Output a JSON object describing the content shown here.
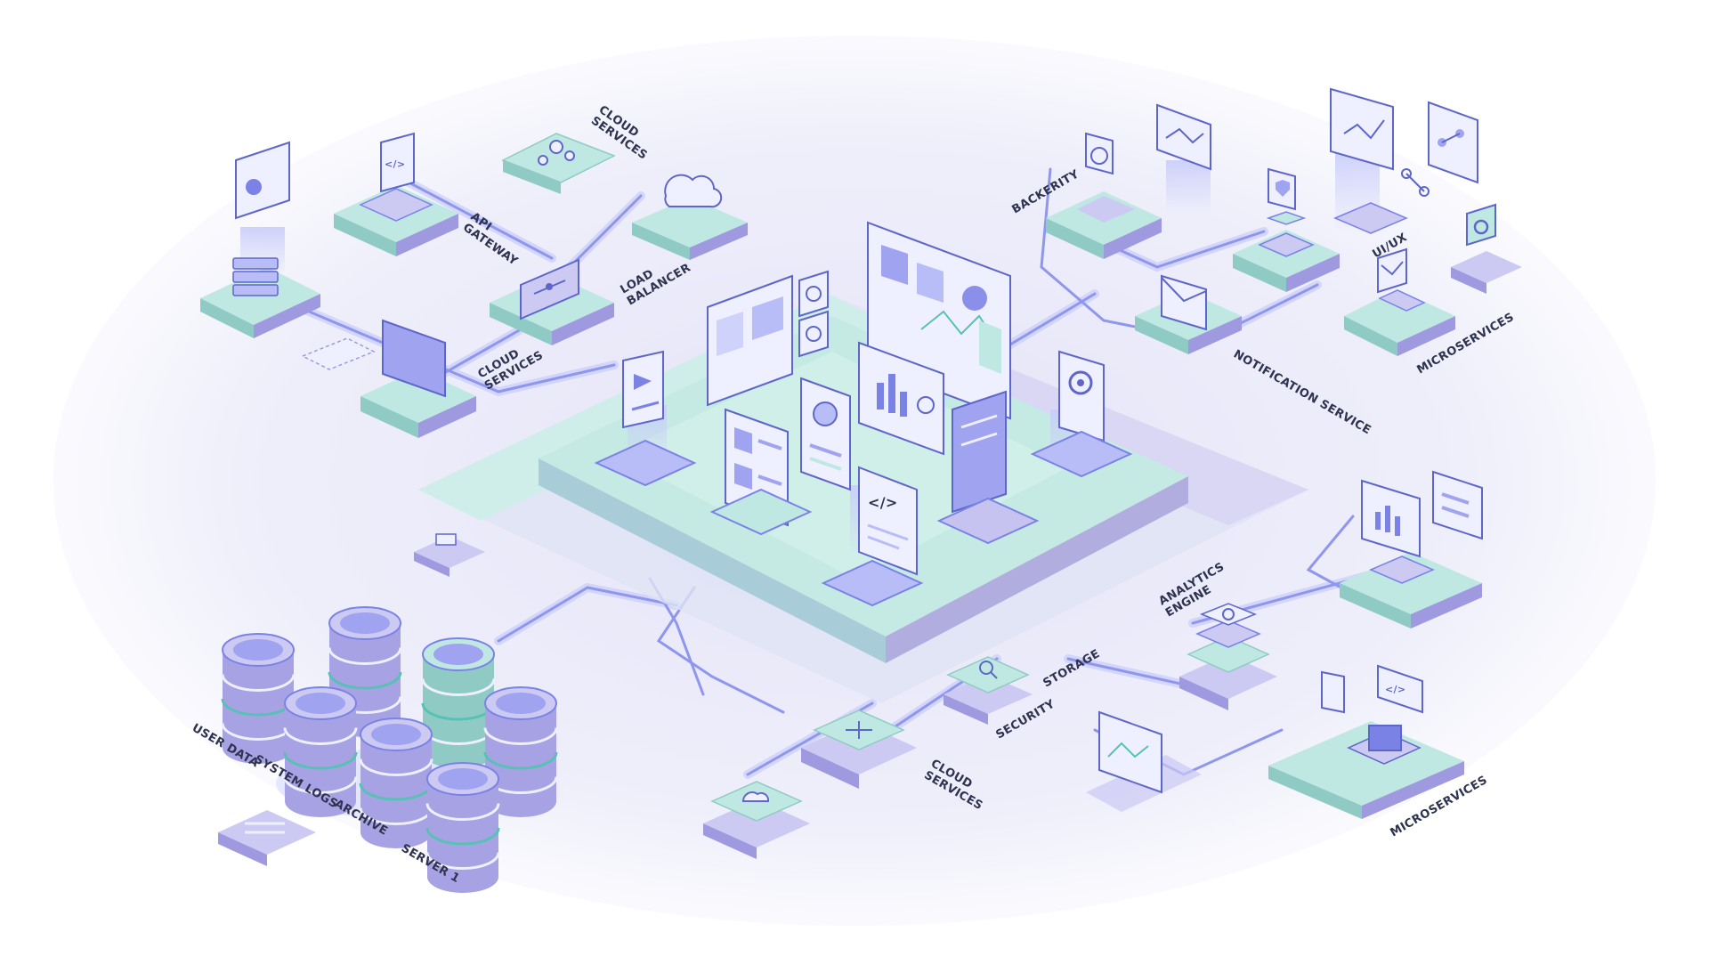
{
  "colors": {
    "background": "#ffffff",
    "glow": "#e7e6f8",
    "mint_top": "#bfe8e2",
    "mint_side": "#8fcbc4",
    "lavender_top": "#ccc9f3",
    "lavender_side": "#9f9ae0",
    "line": "#8f96ee",
    "line_glow": "#c9cdfa",
    "panel_bg": "#eef0ff",
    "panel_border": "#5f66c9",
    "label": "#2e3350"
  },
  "labels": {
    "cloud_services_top": [
      "CLOUD",
      "SERVICES"
    ],
    "api_gateway": [
      "API",
      "GATEWAY"
    ],
    "load_balancer": [
      "LOAD",
      "BALANCER"
    ],
    "cloud_services_left": [
      "CLOUD",
      "SERVICES"
    ],
    "backerity": "BACKERITY",
    "ui_ux": "UI/UX",
    "notification_service": "NOTIFICATION SERVICE",
    "microservices_top": "MICROSERVICES",
    "analytics_engine": [
      "ANALYTICS",
      "ENGINE"
    ],
    "storage": "STORAGE",
    "security": "SECURITY",
    "cloud_services_bottom": [
      "CLOUD",
      "SERVICES"
    ],
    "microservices_bottom": "MICROSERVICES",
    "user_data": "USER DATA",
    "system_logs": "SYSTEM LOGS",
    "archive": "ARCHIVE",
    "server_1": "SERVER 1"
  },
  "icons": {
    "code": "</>",
    "code_small": "</>"
  }
}
